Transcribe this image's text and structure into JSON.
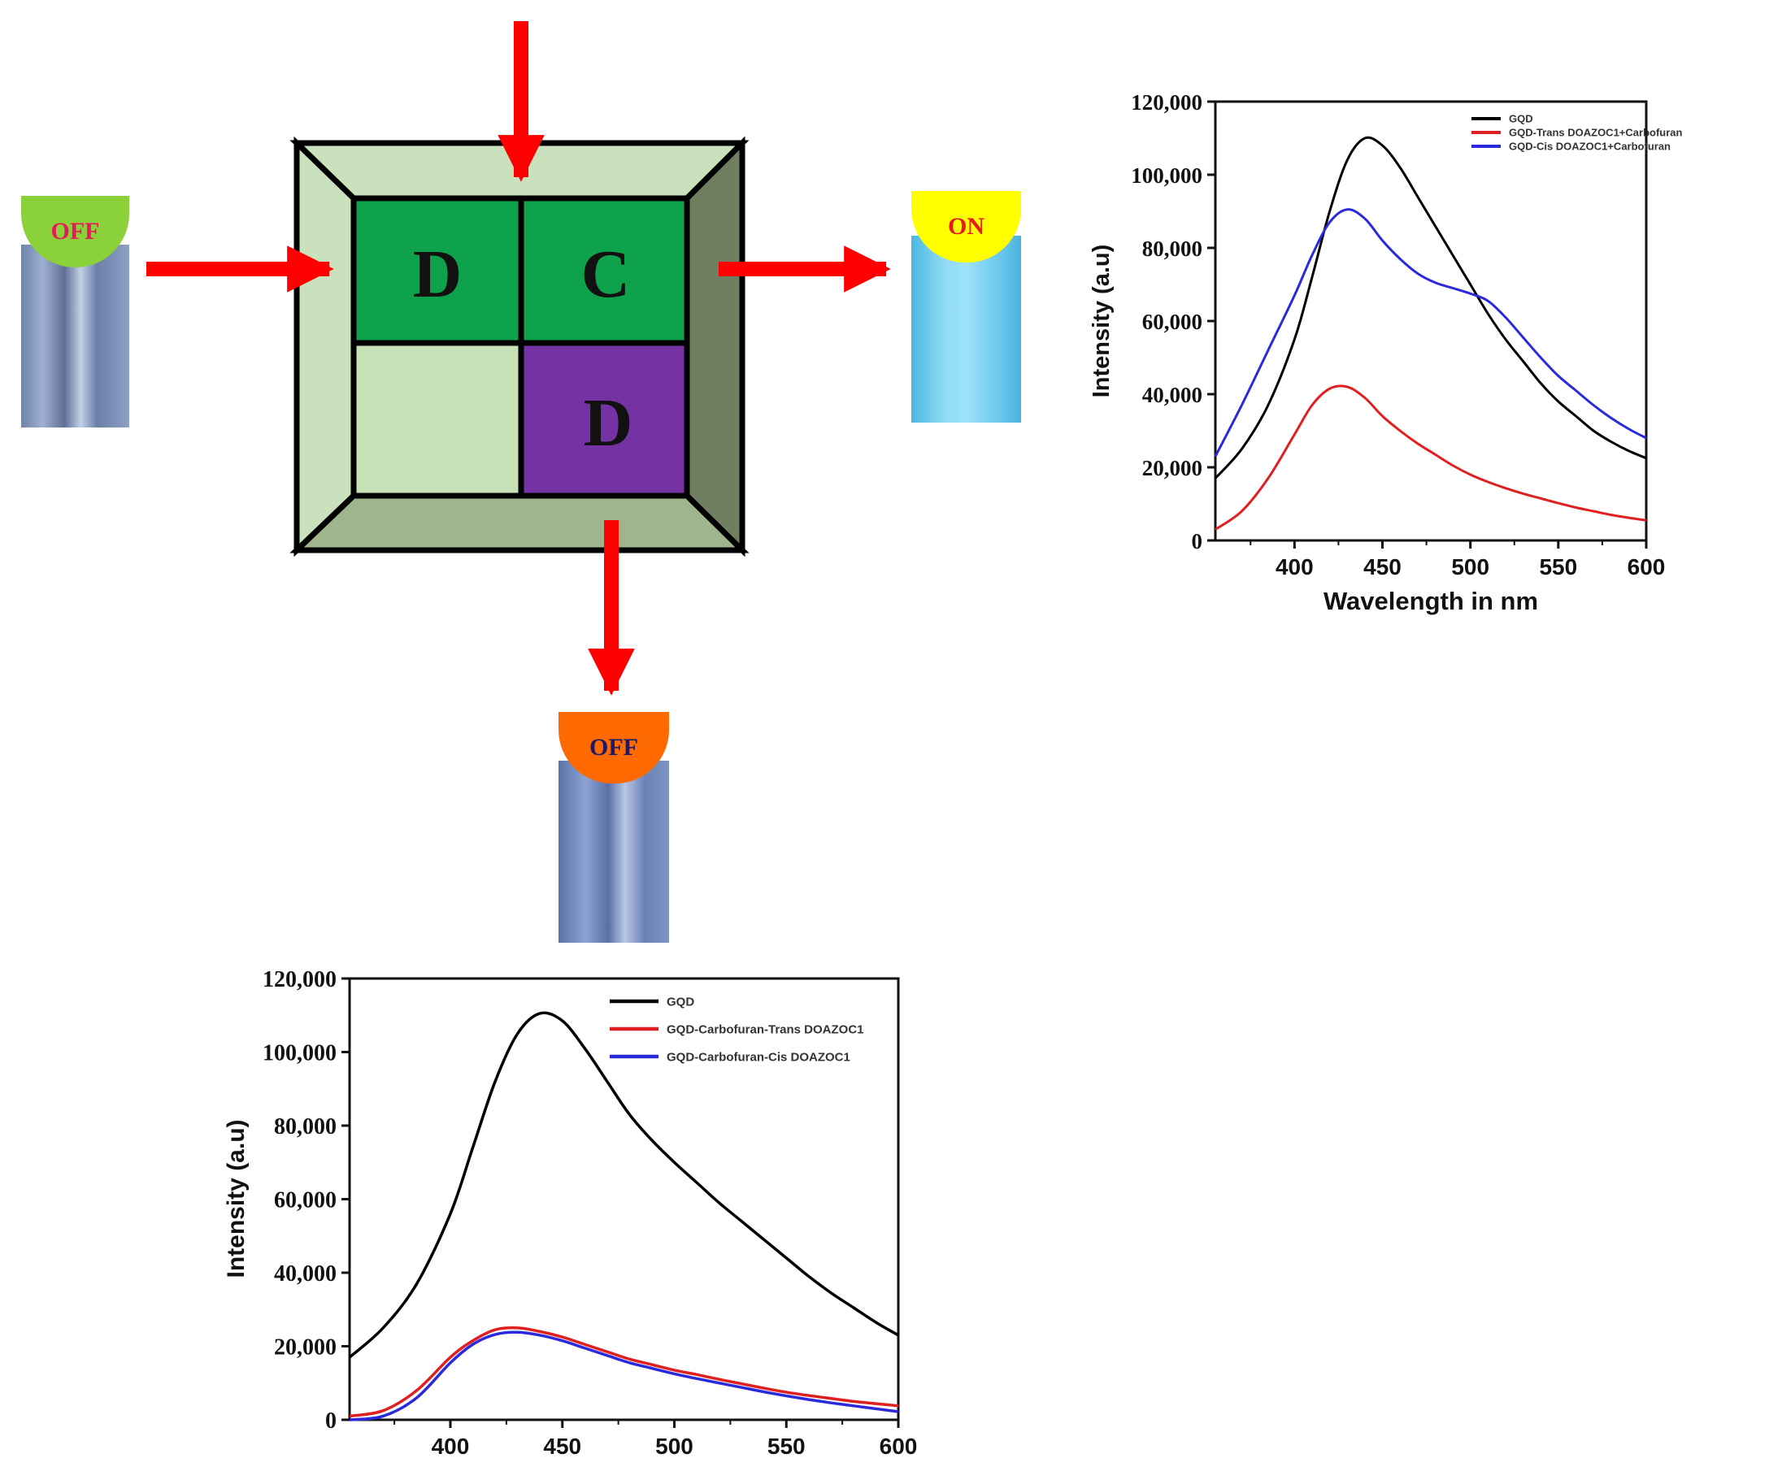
{
  "logic_gate": {
    "cells": {
      "top_left": "D",
      "top_right": "C",
      "bottom_left": "",
      "bottom_right": "D"
    },
    "colors": {
      "frame_light": "#c9e2bd",
      "frame_dark": "#6f7f5f",
      "frame_bottom": "#9fb58c",
      "cell_green": "#0ea24c",
      "cell_pale": "#c6e1b6",
      "cell_purple": "#7432a2",
      "arrow": "#ff0000"
    }
  },
  "vials": {
    "left": {
      "label": "OFF",
      "cap_color": "#8bd13a",
      "text_color": "#e8195a",
      "state": "dark-blue fluorescence"
    },
    "right": {
      "label": "ON",
      "cap_color": "#ffff00",
      "text_color": "#e8191f",
      "state": "bright cyan fluorescence"
    },
    "bottom": {
      "label": "OFF",
      "cap_color": "#ff6a00",
      "text_color": "#1a1a6a",
      "state": "dark-blue fluorescence"
    }
  },
  "chart_data": [
    {
      "id": "top_right",
      "type": "line",
      "title": "",
      "xlabel": "Wavelength in nm",
      "ylabel": "Intensity (a.u)",
      "xlim": [
        355,
        600
      ],
      "ylim": [
        0,
        120000
      ],
      "xticks": [
        "400",
        "450",
        "500",
        "550",
        "600"
      ],
      "yticks": [
        "0",
        "20,000",
        "40,000",
        "60,000",
        "80,000",
        "100,000",
        "120,000"
      ],
      "legend_position": "top-right",
      "x": [
        355,
        370,
        385,
        400,
        410,
        420,
        430,
        440,
        450,
        460,
        470,
        480,
        490,
        500,
        510,
        520,
        530,
        540,
        550,
        560,
        570,
        580,
        590,
        600
      ],
      "series": [
        {
          "name": "GQD",
          "color": "#000000",
          "values": [
            17000,
            25000,
            37000,
            55000,
            72000,
            90000,
            104000,
            110000,
            108000,
            102000,
            94000,
            86000,
            78000,
            70000,
            62000,
            55000,
            49000,
            43000,
            38000,
            34000,
            30000,
            27000,
            24500,
            22500
          ]
        },
        {
          "name": "GQD-Trans DOAZOC1+Carbofuran",
          "color": "#e02020",
          "values": [
            3000,
            8000,
            17000,
            29000,
            37000,
            41500,
            42000,
            39000,
            34000,
            30000,
            26500,
            23500,
            20500,
            18000,
            16000,
            14300,
            12800,
            11500,
            10200,
            9000,
            8000,
            7000,
            6200,
            5500
          ]
        },
        {
          "name": "GQD-Cis DOAZOC1+Carbofuran",
          "color": "#2a2adc",
          "values": [
            23000,
            37000,
            52000,
            67000,
            78000,
            87000,
            90500,
            88000,
            82000,
            77000,
            73000,
            70500,
            69000,
            67500,
            65500,
            61000,
            55500,
            50000,
            45000,
            41000,
            37000,
            33500,
            30500,
            28000
          ]
        }
      ]
    },
    {
      "id": "bottom",
      "type": "line",
      "title": "",
      "xlabel": "",
      "ylabel": "Intensity (a.u)",
      "xlim": [
        355,
        600
      ],
      "ylim": [
        0,
        120000
      ],
      "xticks": [
        "400",
        "450",
        "500",
        "550",
        "600"
      ],
      "yticks": [
        "0",
        "20,000",
        "40,000",
        "60,000",
        "80,000",
        "100,000",
        "120,000"
      ],
      "legend_position": "top-right",
      "x": [
        355,
        370,
        385,
        400,
        410,
        420,
        430,
        440,
        450,
        460,
        470,
        480,
        490,
        500,
        510,
        520,
        530,
        540,
        550,
        560,
        570,
        580,
        590,
        600
      ],
      "series": [
        {
          "name": "GQD",
          "color": "#000000",
          "values": [
            17000,
            25000,
            37000,
            56000,
            74000,
            92000,
            105000,
            110500,
            108500,
            101000,
            92000,
            83000,
            76000,
            70000,
            64500,
            59000,
            54000,
            49000,
            44000,
            39000,
            34500,
            30500,
            26500,
            23000
          ]
        },
        {
          "name": "GQD-Carbofuran-Trans DOAZOC1",
          "color": "#e02020",
          "values": [
            1000,
            2500,
            8000,
            17000,
            21500,
            24500,
            25000,
            24000,
            22500,
            20500,
            18500,
            16500,
            15000,
            13500,
            12300,
            11000,
            9800,
            8600,
            7500,
            6600,
            5800,
            5000,
            4400,
            3800
          ]
        },
        {
          "name": "GQD-Carbofuran-Cis DOAZOC1",
          "color": "#2a2adc",
          "values": [
            0,
            1000,
            6000,
            15500,
            20500,
            23200,
            23800,
            23000,
            21500,
            19500,
            17500,
            15500,
            14000,
            12500,
            11200,
            10000,
            8800,
            7600,
            6500,
            5500,
            4600,
            3800,
            3000,
            2200
          ]
        }
      ]
    }
  ]
}
